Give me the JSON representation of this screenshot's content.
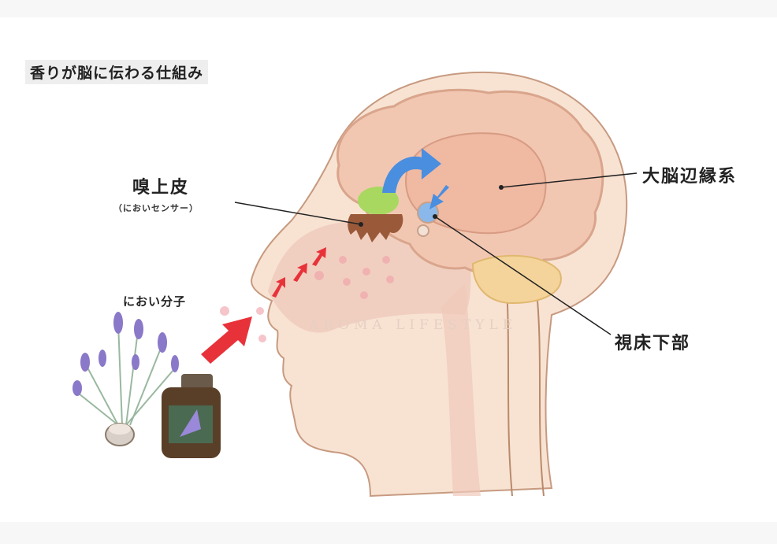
{
  "title": "香りが脳に伝わる仕組み",
  "labels": {
    "olfactory_epithelium": "嗅上皮",
    "olfactory_epithelium_note": "（においセンサー）",
    "limbic_system": "大脳辺縁系",
    "hypothalamus": "視床下部",
    "odor_molecules": "におい分子"
  },
  "watermark": "AROMA LIFESTYLE",
  "colors": {
    "skin": "#f6dcc8",
    "brain": "#f0c8b0",
    "arrow_blue": "#4a8ee0",
    "arrow_red": "#e8323a",
    "epithelium": "#9a5a3a",
    "bulb": "#a8d860"
  }
}
